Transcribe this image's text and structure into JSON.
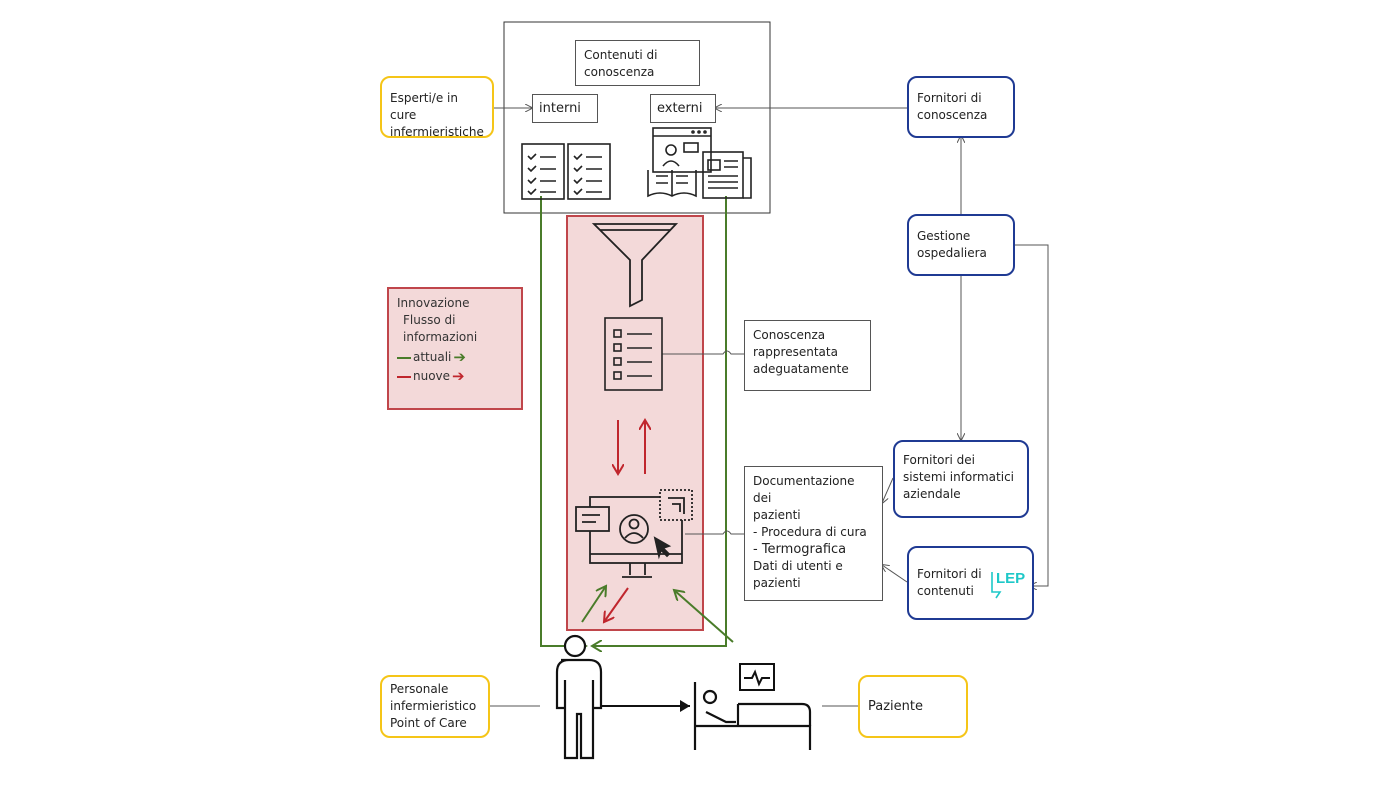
{
  "knowledge_content": {
    "title": "Contenuti di conoscenza",
    "internal_label": "interni",
    "external_label": "externi"
  },
  "experts": {
    "label": "Esperti/e in cure infermieristiche"
  },
  "knowledge_providers": {
    "label": "Fornitori di conoscenza"
  },
  "hospital_management": {
    "label": "Gestione ospedaliera"
  },
  "represented_knowledge": {
    "label": "Conoscenza rappresentata adeguatamente"
  },
  "it_providers": {
    "label": "Fornitori dei sistemi informatici aziendale"
  },
  "content_providers": {
    "label": "Fornitori di contenuti",
    "logo_text": "LEP"
  },
  "documentation": {
    "line1": "Documentazione dei",
    "line2": "pazienti",
    "line3": "- Procedura di cura",
    "line4": "- Termografica",
    "line5": "Dati di utenti e",
    "line6": "pazienti"
  },
  "legend": {
    "title": "Innovazione",
    "subtitle_line1": "Flusso di",
    "subtitle_line2": "informazioni",
    "current": "attuali",
    "new": "nuove"
  },
  "nursing_staff": {
    "line1": "Personale",
    "line2": "infermieristico",
    "line3": "Point of Care"
  },
  "patient": {
    "label": "Paziente"
  },
  "colors": {
    "current_flow": "#4a7c2a",
    "new_flow": "#c0262d",
    "innovation_fill": "#f3d9d9",
    "innovation_border": "#c0464b",
    "actor_border": "#f5c518",
    "provider_border": "#1f3a93",
    "logo": "#1ec8c8"
  },
  "icons": [
    "checklist-icon",
    "knowledge-media-icon",
    "newspaper-icon",
    "funnel-icon",
    "document-list-icon",
    "monitor-user-icon",
    "person-icon",
    "patient-bed-icon",
    "heart-monitor-icon",
    "lep-logo-icon"
  ]
}
